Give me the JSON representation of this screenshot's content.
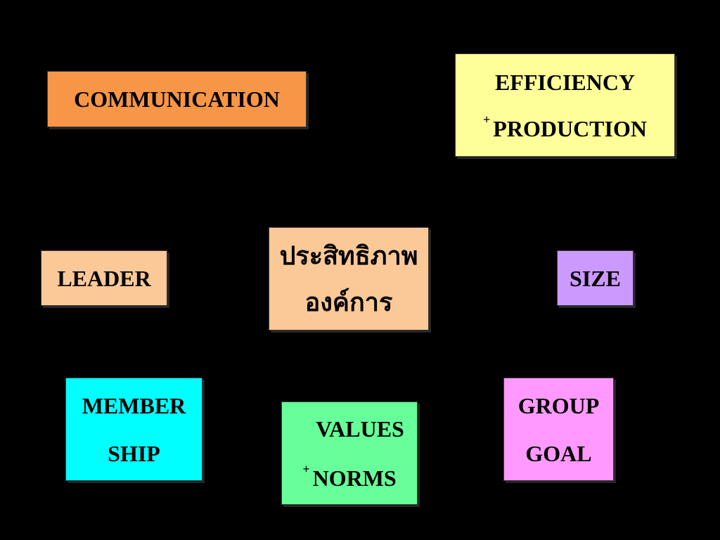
{
  "nodes": {
    "communication": {
      "label": "COMMUNICATION",
      "color": "#f79646"
    },
    "efficiency": {
      "line1": "EFFICIENCY",
      "plus": "+",
      "line2": "PRODUCTION",
      "color": "#ffff99"
    },
    "leader": {
      "label": "LEADER",
      "color": "#fbc897"
    },
    "center": {
      "line1": "ประสิทธิภาพ",
      "line2": "องค์การ",
      "color": "#fbc897"
    },
    "size": {
      "label": "SIZE",
      "color": "#cc99ff"
    },
    "membership": {
      "line1": "MEMBER",
      "line2": "SHIP",
      "color": "#00ffff"
    },
    "values": {
      "line1": "VALUES",
      "plus": "+",
      "line2": "NORMS",
      "color": "#66ff99"
    },
    "group": {
      "line1": "GROUP",
      "line2": "GOAL",
      "color": "#ff99ff"
    }
  },
  "colors": {
    "background": "#000000",
    "text": "#000000",
    "connector": "#000000"
  }
}
